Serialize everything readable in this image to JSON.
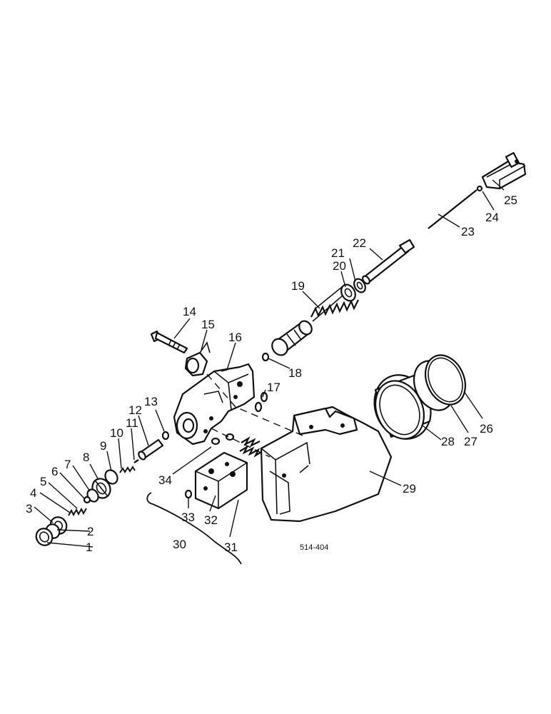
{
  "drawing": {
    "reference_code": "514-404",
    "callouts": [
      {
        "id": "c1",
        "label": "1"
      },
      {
        "id": "c2",
        "label": "2"
      },
      {
        "id": "c3",
        "label": "3"
      },
      {
        "id": "c4",
        "label": "4"
      },
      {
        "id": "c5",
        "label": "5"
      },
      {
        "id": "c6",
        "label": "6"
      },
      {
        "id": "c7",
        "label": "7"
      },
      {
        "id": "c8",
        "label": "8"
      },
      {
        "id": "c9",
        "label": "9"
      },
      {
        "id": "c10",
        "label": "10"
      },
      {
        "id": "c11",
        "label": "11"
      },
      {
        "id": "c12",
        "label": "12"
      },
      {
        "id": "c13",
        "label": "13"
      },
      {
        "id": "c14",
        "label": "14"
      },
      {
        "id": "c15",
        "label": "15"
      },
      {
        "id": "c16",
        "label": "16"
      },
      {
        "id": "c17",
        "label": "17"
      },
      {
        "id": "c18",
        "label": "18"
      },
      {
        "id": "c19",
        "label": "19"
      },
      {
        "id": "c20",
        "label": "20"
      },
      {
        "id": "c21",
        "label": "21"
      },
      {
        "id": "c22",
        "label": "22"
      },
      {
        "id": "c23",
        "label": "23"
      },
      {
        "id": "c24",
        "label": "24"
      },
      {
        "id": "c25",
        "label": "25"
      },
      {
        "id": "c26",
        "label": "26"
      },
      {
        "id": "c27",
        "label": "27"
      },
      {
        "id": "c28",
        "label": "28"
      },
      {
        "id": "c29",
        "label": "29"
      },
      {
        "id": "c30",
        "label": "30"
      },
      {
        "id": "c31",
        "label": "31"
      },
      {
        "id": "c32",
        "label": "32"
      },
      {
        "id": "c33",
        "label": "33"
      },
      {
        "id": "c34",
        "label": "34"
      }
    ]
  }
}
